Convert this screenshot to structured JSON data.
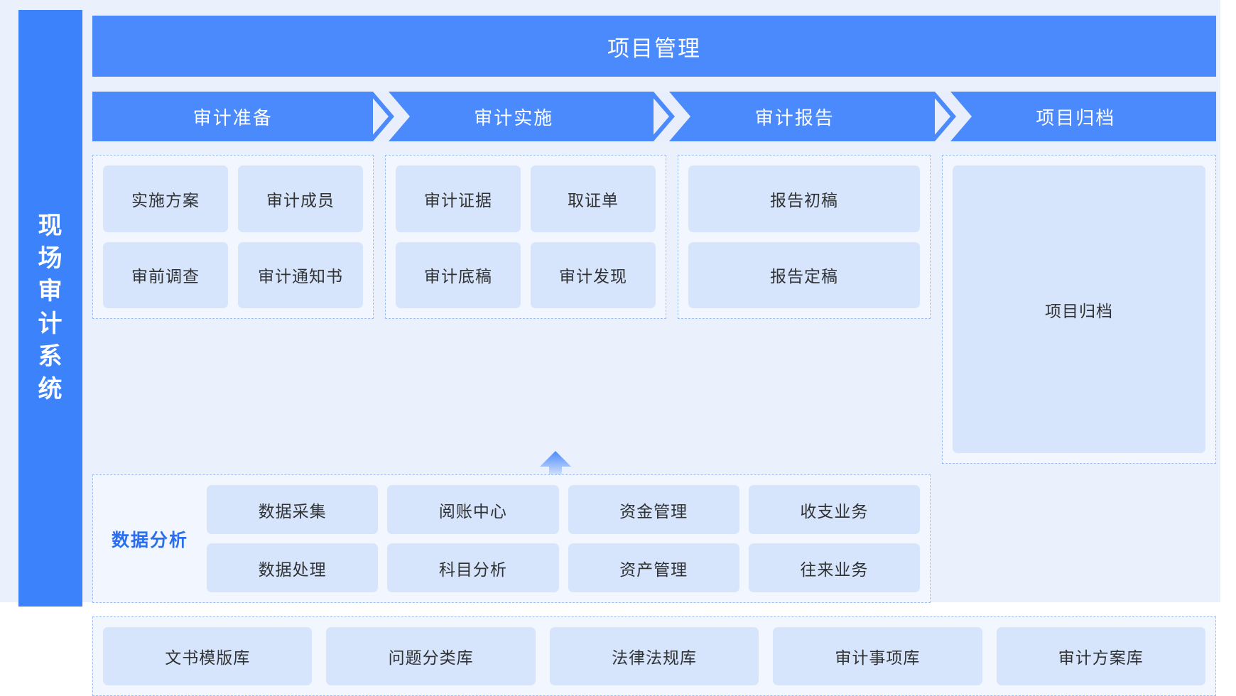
{
  "brand": {
    "name": "现场审计系统"
  },
  "top_banner": {
    "label": "项目管理"
  },
  "stages": [
    {
      "label": "审计准备"
    },
    {
      "label": "审计实施"
    },
    {
      "label": "审计报告"
    },
    {
      "label": "项目归档"
    }
  ],
  "panels": {
    "prep": {
      "cards": [
        "实施方案",
        "审计成员",
        "审前调查",
        "审计通知书"
      ]
    },
    "impl": {
      "cards": [
        "审计证据",
        "取证单",
        "审计底稿",
        "审计发现"
      ]
    },
    "report": {
      "cards": [
        "报告初稿",
        "报告定稿"
      ]
    },
    "archive": {
      "card": "项目归档"
    }
  },
  "data_analysis": {
    "title": "数据分析",
    "cards": [
      "数据采集",
      "阅账中心",
      "资金管理",
      "收支业务",
      "数据处理",
      "科目分析",
      "资产管理",
      "往来业务"
    ]
  },
  "libraries": {
    "cards": [
      "文书模版库",
      "问题分类库",
      "法律法规库",
      "审计事项库",
      "审计方案库"
    ]
  },
  "colors": {
    "brand_blue": "#3C83FB",
    "banner_blue": "#4A8AFC",
    "page_bg": "#eaf0fc",
    "panel_bg": "#f2f6fe",
    "card_blue": "#d7e5fc",
    "dashed_border": "#9cbdf5",
    "accent_text": "#2B6FEE",
    "chevron_gap": "#e8eefc"
  },
  "icons": {
    "flow_arrow": "chevron-right-icon",
    "feed_arrow": "arrow-up-icon"
  }
}
